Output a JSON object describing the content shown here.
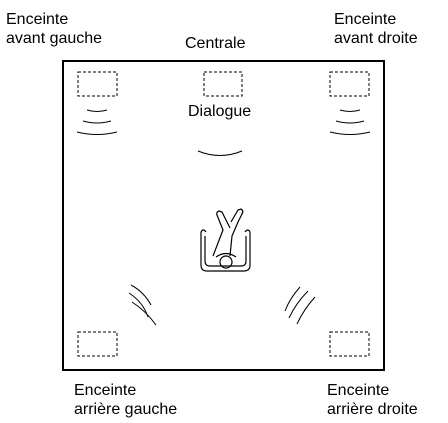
{
  "labels": {
    "front_left": [
      "Enceinte",
      "avant gauche"
    ],
    "center": "Centrale",
    "front_right": [
      "Enceinte",
      "avant droite"
    ],
    "dialogue": "Dialogue",
    "rear_left": [
      "Enceinte",
      "arrière gauche"
    ],
    "rear_right": [
      "Enceinte",
      "arrière droite"
    ]
  }
}
